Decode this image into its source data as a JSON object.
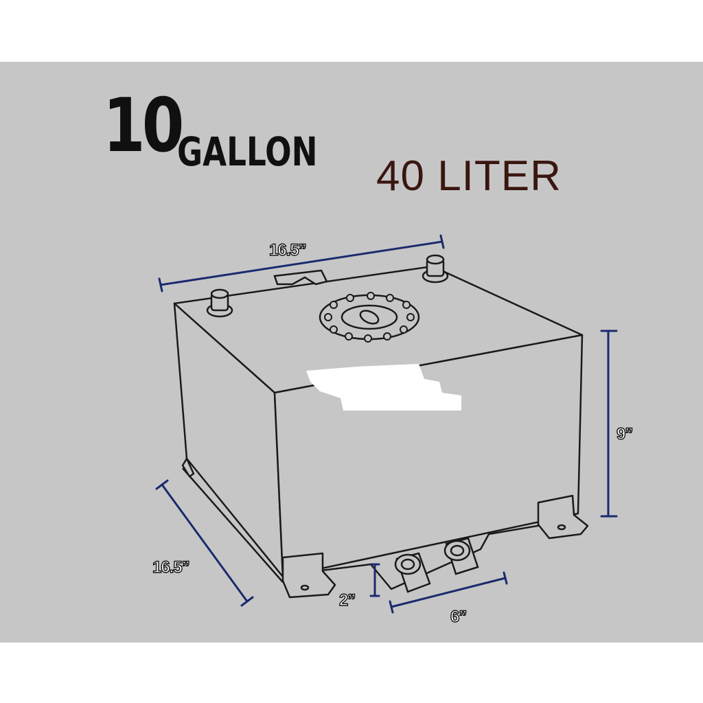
{
  "capacity": {
    "gallon_number": "10",
    "gallon_unit": "GALLON",
    "liter": "40 LITER"
  },
  "dimensions": {
    "top_width": "16.5”",
    "height": "9”",
    "depth": "16.5”",
    "fitting_height": "2”",
    "fitting_spacing": "6”"
  },
  "colors": {
    "background": "#c6c6c6",
    "dimension_line": "#1a2a6e",
    "outline": "#1a1a1a",
    "liter_text": "#3a1610"
  }
}
